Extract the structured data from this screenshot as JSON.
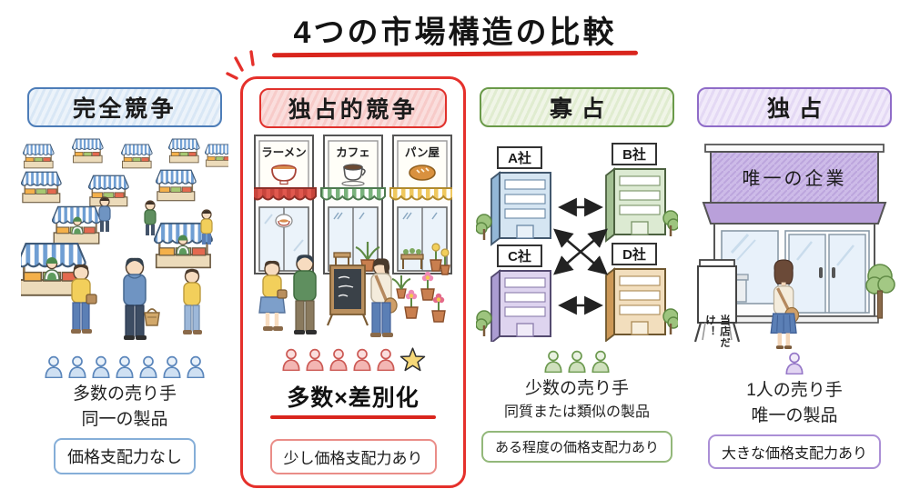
{
  "title": "4つの市場構造の比較",
  "columns": [
    {
      "key": "perfect_competition",
      "header": "完全競争",
      "sellers_line": "多数の売り手",
      "product_line": "同一の製品",
      "power": "価格支配力なし",
      "icons": {
        "count": 7,
        "fill": "#cfe0f2",
        "outline": "#5b86bb",
        "star": false
      }
    },
    {
      "key": "monopolistic_competition",
      "header": "独占的競争",
      "shops": [
        "ラーメン",
        "カフェ",
        "パン屋"
      ],
      "formula": "多数×差別化",
      "power": "少し価格支配力あり",
      "icons": {
        "count": 5,
        "fill": "#f3b6b3",
        "outline": "#cc5a55",
        "star": true
      }
    },
    {
      "key": "oligopoly",
      "header": "寡占",
      "companies": [
        "A社",
        "B社",
        "C社",
        "D社"
      ],
      "sellers_line": "少数の売り手",
      "product_line": "同質または類似の製品",
      "power": "ある程度の価格支配力あり",
      "icons": {
        "count": 3,
        "fill": "#cfe0bd",
        "outline": "#6d9a50",
        "star": false
      }
    },
    {
      "key": "monopoly",
      "header": "独占",
      "store_sign": "唯一の企業",
      "board_sign": "当店だけ！",
      "sellers_line": "1人の売り手",
      "product_line": "唯一の製品",
      "power": "大きな価格支配力あり",
      "icons": {
        "count": 1,
        "fill": "#e2d5f2",
        "outline": "#9678c8",
        "star": false
      }
    }
  ],
  "colors": {
    "accent_blue": "#4d7db8",
    "accent_red": "#e0312c",
    "accent_green": "#6a9a49",
    "accent_purple": "#8f6cc8",
    "underline_red": "#d9251d",
    "star_yellow": "#f6d878"
  }
}
